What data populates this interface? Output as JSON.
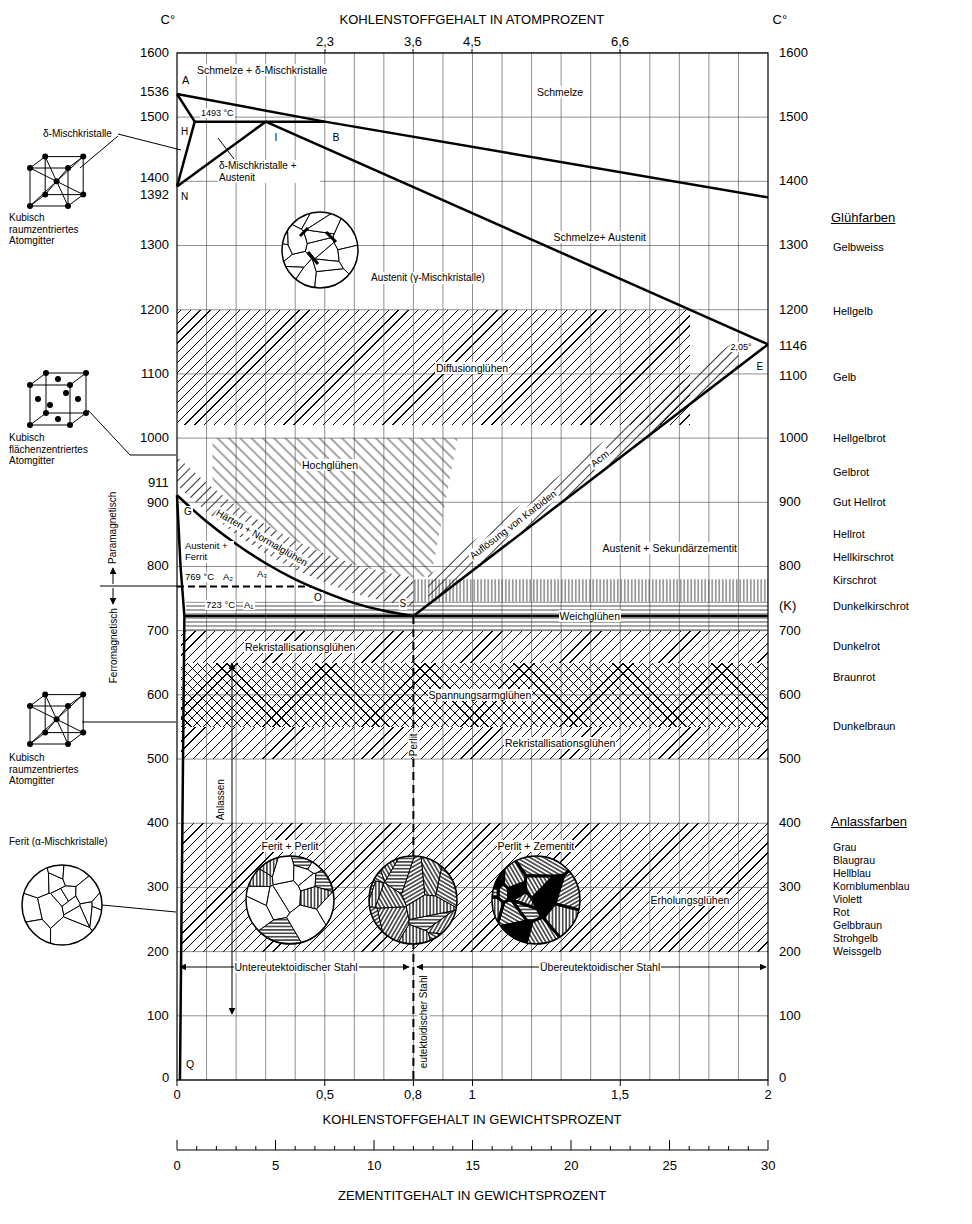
{
  "diagram": {
    "nodes": [
      {
        "text": [
          "Diffusionglühen"
        ]
      },
      {
        "text": [
          "Rekristallisationsglühen"
        ]
      },
      {
        "text": [
          "Spannungsarmglühen"
        ]
      },
      {
        "text": [
          "Rekristallisationsglühen"
        ]
      },
      {
        "text": [
          "Erholungsglühen"
        ]
      }
    ],
    "labels": [
      "C°",
      "KOHLENSTOFFGEHALT IN ATOMPROZENT",
      "C°",
      "2,3",
      "3,6",
      "4,5",
      "6,6",
      "1600",
      "1536",
      "1500",
      "1400",
      "1392",
      "1300",
      "1200",
      "1100",
      "1000",
      "911",
      "900",
      "800",
      "700",
      "600",
      "500",
      "400",
      "300",
      "200",
      "100",
      "0",
      "1600",
      "1500",
      "1400",
      "1300",
      "1200",
      "1146",
      "1100",
      "1000",
      "900",
      "800",
      "(K)",
      "700",
      "600",
      "500",
      "400",
      "300",
      "200",
      "100",
      "0",
      "Glühfarben",
      "Gelbweiss",
      "Hellgelb",
      "Gelb",
      "Hellgelbrot",
      "Gelbrot",
      "Gut Hellrot",
      "Hellrot",
      "Hellkirschrot",
      "Kirschrot",
      "Dunkelkirschrot",
      "Dunkelrot",
      "Braunrot",
      "Dunkelbraun",
      "Anlassfarben",
      "Grau",
      "Blaugrau",
      "Hellblau",
      "Kornblumenblau",
      "Violett",
      "Rot",
      "Gelbbraun",
      "Strohgelb",
      "Weissgelb",
      "0",
      "0,5",
      "0,8",
      "1",
      "1,5",
      "2",
      "KOHLENSTOFFGEHALT IN GEWICHTSPROZENT",
      "0",
      "5",
      "10",
      "15",
      "20",
      "25",
      "30",
      "ZEMENTITGEHALT IN GEWICHTSPROZENT",
      "A",
      "Schmelze + δ-Mischkristalle",
      "Schmelze",
      "H",
      "1493 °C",
      "I",
      "B",
      "δ-Mischkristalle",
      "N",
      "δ-Mischkristalle + Austenit",
      "Schmelze+ Austenit",
      "Austenit (γ-Mischkristalle)",
      "Kubisch raumzentriertes Atomgitter",
      "Kubisch flächenzentriertes Atomgitter",
      "Kubisch raumzentriertes Atomgitter",
      "Ferit (α-Mischkristalle)",
      "Hochglühen",
      "Härten + Normalglühen",
      "Austenit + Ferrit",
      "769 °C",
      "A₂",
      "A₃",
      "O",
      "723 °C",
      "A₁",
      "S",
      "Auflösung von Karbiden",
      "Acm",
      "2,05°",
      "E",
      "Austenit + Sekundärzementit",
      "Paramagnetisch",
      "Ferromagnetisch",
      "Anlassen",
      "Ferit + Perlit",
      "Perlit",
      "Perlit + Zementit",
      "Untereutektoidischer Stahl",
      "eutektoidischer Stahl",
      "Übereutektoidischer Stahl",
      "Q",
      "G",
      "Weichglühen"
    ]
  }
}
